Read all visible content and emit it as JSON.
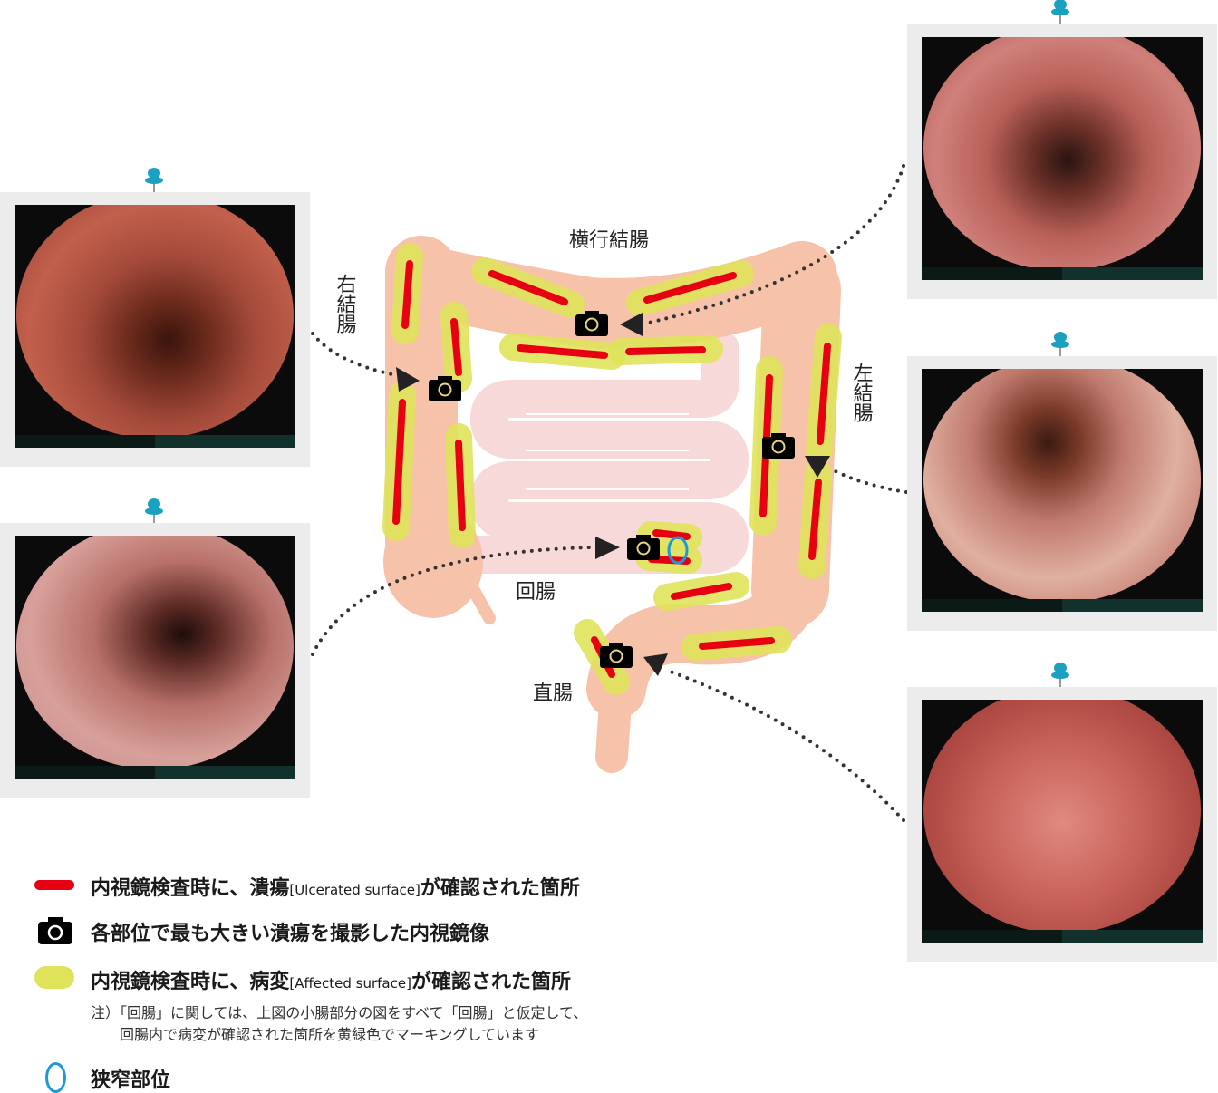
{
  "labels": {
    "transverse_colon": "横行結腸",
    "right_colon": "右結腸",
    "left_colon": "左結腸",
    "ileum": "回腸",
    "rectum": "直腸"
  },
  "legend": {
    "ulcer_main": "内視鏡検査時に、潰瘍",
    "ulcer_en": "[Ulcerated surface]",
    "ulcer_tail": "が確認された箇所",
    "camera": "各部位で最も大きい潰瘍を撮影した内視鏡像",
    "affected_main": "内視鏡検査時に、病変",
    "affected_en": "[Affected surface]",
    "affected_tail": "が確認された箇所",
    "note_line1": "注）「回腸」に関しては、上図の小腸部分の図をすべて「回腸」と仮定して、",
    "note_line2": "回腸内で病変が確認された箇所を黄緑色でマーキングしています",
    "stenosis": "狭窄部位"
  },
  "endoscopy_images": [
    {
      "site": "right_colon",
      "icon": "pin-icon"
    },
    {
      "site": "ileum",
      "icon": "pin-icon"
    },
    {
      "site": "transverse_colon",
      "icon": "pin-icon"
    },
    {
      "site": "left_colon",
      "icon": "pin-icon"
    },
    {
      "site": "rectum",
      "icon": "pin-icon"
    }
  ],
  "colors": {
    "ulcer": "#e60012",
    "affected": "#dfe35a",
    "stenosis": "#1a9ad6",
    "colon": "#f6c3aa",
    "small_intestine": "#f8d9d9",
    "pin": "#1aa0c0"
  }
}
